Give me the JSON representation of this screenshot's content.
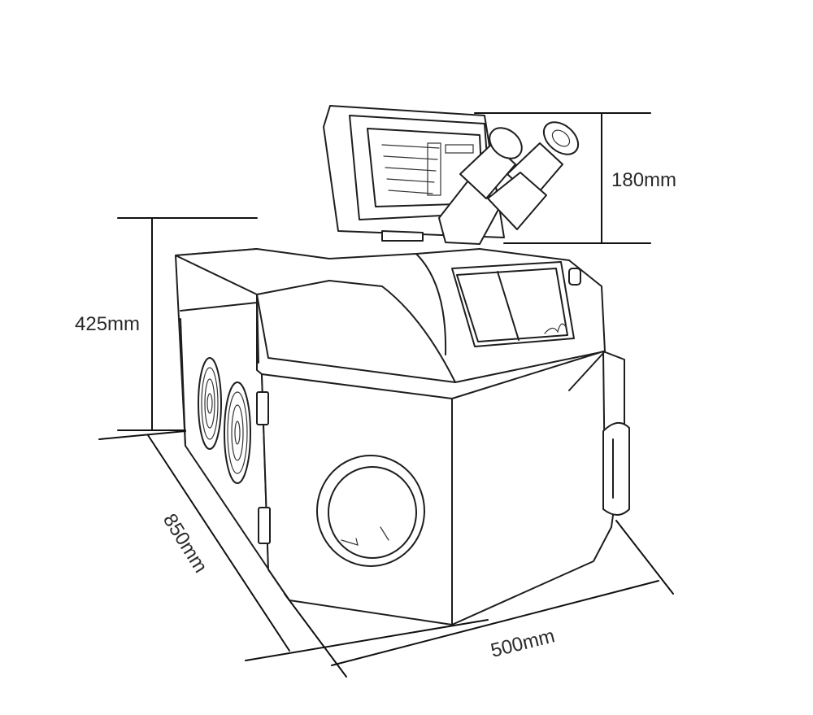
{
  "dimensions": {
    "height_screen": "180mm",
    "height_body": "425mm",
    "depth": "850mm",
    "width": "500mm"
  }
}
